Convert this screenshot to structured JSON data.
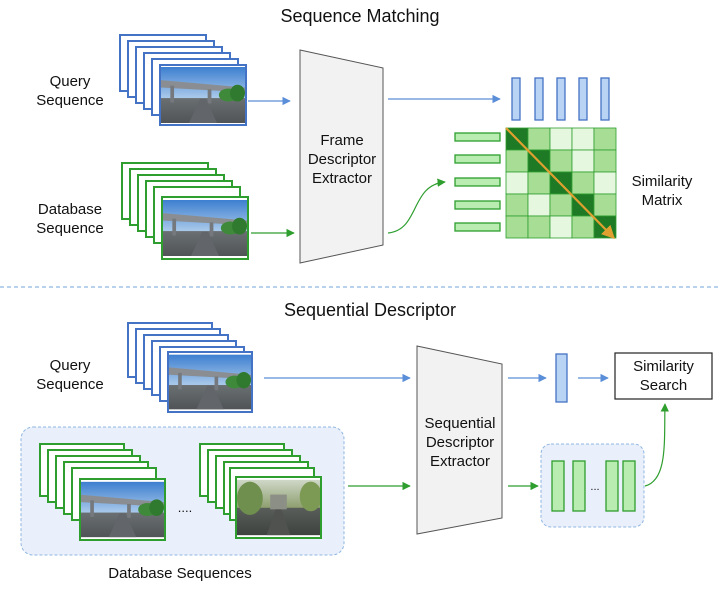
{
  "top_section": {
    "title": "Sequence Matching",
    "query_label": "Query\nSequence",
    "database_label": "Database\nSequence",
    "extractor_label": "Frame\nDescriptor\nExtractor",
    "matrix_label": "Similarity\nMatrix"
  },
  "bottom_section": {
    "title": "Sequential Descriptor",
    "query_label": "Query\nSequence",
    "extractor_label": "Sequential\nDescriptor\nExtractor",
    "search_label": "Similarity\nSearch",
    "database_label": "Database Sequences",
    "ellipsis_images": "....",
    "ellipsis_descriptors": "..."
  },
  "similarity_matrix": {
    "size": 5,
    "intensity": [
      [
        3,
        1,
        0,
        0,
        1
      ],
      [
        1,
        3,
        1,
        0,
        1
      ],
      [
        0,
        1,
        3,
        1,
        0
      ],
      [
        1,
        0,
        1,
        3,
        1
      ],
      [
        1,
        1,
        0,
        1,
        3
      ]
    ]
  },
  "colors": {
    "blue_frame": "#4472c4",
    "green_frame": "#2e9e2e",
    "blue_arrow": "#5b8ed8",
    "green_arrow": "#2e9e2e",
    "blue_descriptor": "#b9d3f5",
    "green_descriptor": "#b8ecb0",
    "diagonal": "#e0a030",
    "panel_bg": "#eaf0fb",
    "extractor_fill": "#f2f2f2"
  }
}
